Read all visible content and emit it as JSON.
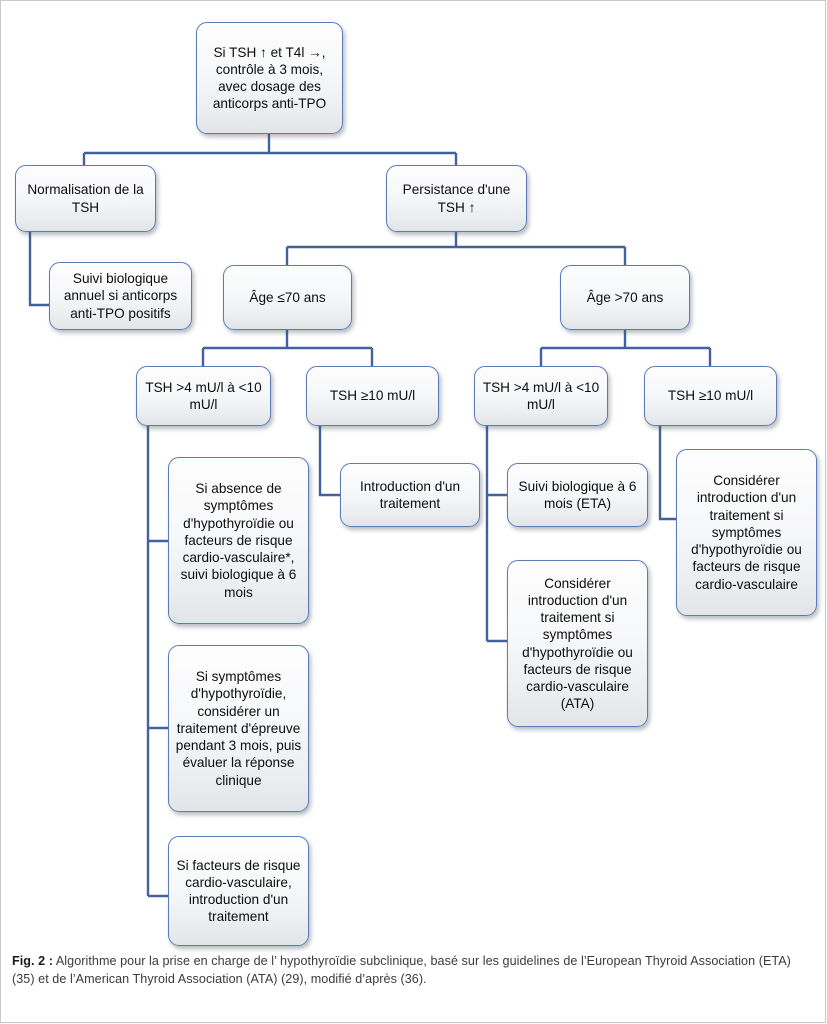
{
  "figure": {
    "caption_label": "Fig. 2 :",
    "caption_text": " Algorithme pour la prise en charge de l’ hypothyroïdie subclinique, basé sur les guidelines de l’European Thyroid Association (ETA) (35) et de l’American Thyroid Association (ATA) (29), modifié d’après (36).",
    "border_color": "#5b7bb5",
    "connector_color": "#41629c",
    "box_fill": "#f2f3f5"
  },
  "nodes": {
    "root": "Si TSH ↑ et T4l →, contrôle à 3 mois, avec dosage  des anticorps anti-TPO",
    "normalisation": "Normalisation de la TSH",
    "suivi_annuel": "Suivi biologique annuel si anticorps anti-TPO positifs",
    "persistance": "Persistance d'une TSH ↑",
    "age_le70": "Âge ≤70 ans",
    "age_gt70": "Âge >70 ans",
    "tsh_4_10_left": "TSH >4 mU/l à <10 mU/l",
    "tsh_ge10_left": "TSH ≥10 mU/l",
    "tsh_4_10_right": "TSH >4 mU/l à <10 mU/l",
    "tsh_ge10_right": "TSH ≥10 mU/l",
    "absence_symptomes": "Si absence de symptômes d'hypothyroïdie ou facteurs de risque cardio-vasculaire*, suivi biologique à 6 mois",
    "si_symptomes": "Si symptômes d'hypothyroïdie, considérer un traitement d'épreuve pendant 3 mois, puis évaluer la réponse clinique",
    "si_facteurs": "Si facteurs de risque cardio-vasculaire, introduction d'un traitement",
    "introduction_traitement": "Introduction d'un traitement",
    "suivi_6mois_eta": "Suivi biologique à 6 mois (ETA)",
    "considerer_ata": "Considérer introduction d'un traitement si symptômes d'hypothyroïdie ou facteurs de risque cardio-vasculaire (ATA)",
    "considerer_droite": "Considérer introduction d'un traitement si symptômes d'hypothyroïdie ou facteurs de risque cardio-vasculaire"
  }
}
